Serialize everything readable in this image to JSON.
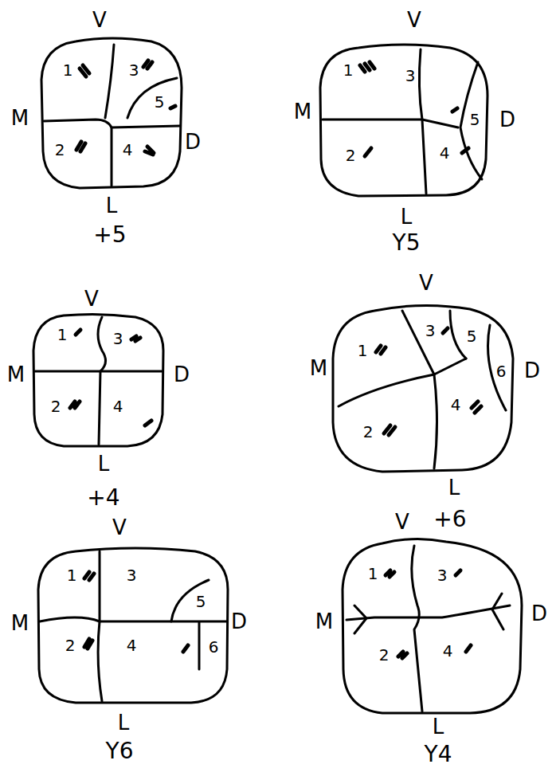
{
  "diagram": {
    "labels": [
      "V",
      "1",
      "3",
      "5",
      "M",
      "D",
      "2",
      "4",
      "L",
      "+5",
      "V",
      "1",
      "3",
      "M",
      "5",
      "D",
      "2",
      "4",
      "L",
      "Y5",
      "V",
      "1",
      "3",
      "M",
      "D",
      "2",
      "4",
      "L",
      "+4",
      "V",
      "1",
      "3",
      "5",
      "6",
      "M",
      "D",
      "2",
      "4",
      "L",
      "+6",
      "V",
      "1",
      "3",
      "M",
      "5",
      "6",
      "D",
      "2",
      "4",
      "L",
      "Y6",
      "V",
      "1",
      "3",
      "M",
      "D",
      "2",
      "4",
      "L",
      "Y4"
    ]
  }
}
